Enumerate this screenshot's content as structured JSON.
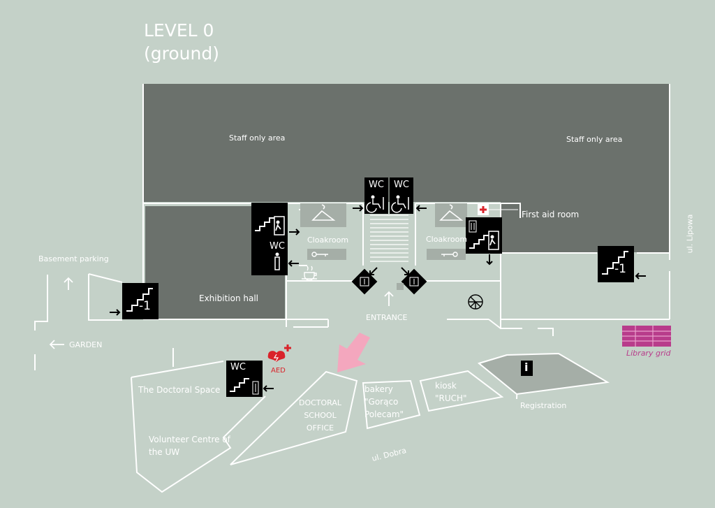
{
  "title": {
    "line1": "LEVEL 0",
    "line2": "(ground)"
  },
  "areas": {
    "staff_left": "Staff only area",
    "staff_right": "Staff only area",
    "exhibition": "Exhibition hall",
    "cloak_left": "Cloakroom",
    "cloak_right": "Cloakroom",
    "first_aid": "First aid room",
    "entrance": "ENTRANCE",
    "basement": "Basement parking",
    "garden": "GARDEN",
    "doctoral_space": "The Doctoral Space",
    "volunteer": "Volunteer Centre of\nthe UW",
    "dso": "DOCTORAL\nSCHOOL\nOFFICE",
    "bakery": "bakery\n\"Gorąco\nPolecam\"",
    "kiosk": "kiosk\n\"RUCH\"",
    "registration": "Registration",
    "library": "Library grid",
    "street_lipowa": "ul. Lipowa",
    "street_dobra": "ul. Dobra",
    "aed": "AED"
  },
  "icons": {
    "wc": "WC",
    "level_minus_one": "-1",
    "info": "i"
  },
  "colors": {
    "background": "#c4d1c8",
    "dark_area": "#6b716c",
    "light_room": "#a5aea7",
    "pictogram": "#000000",
    "pointer": "#f4a7be",
    "first_aid": "#d9232a",
    "library_grid": "#b83c8b"
  }
}
